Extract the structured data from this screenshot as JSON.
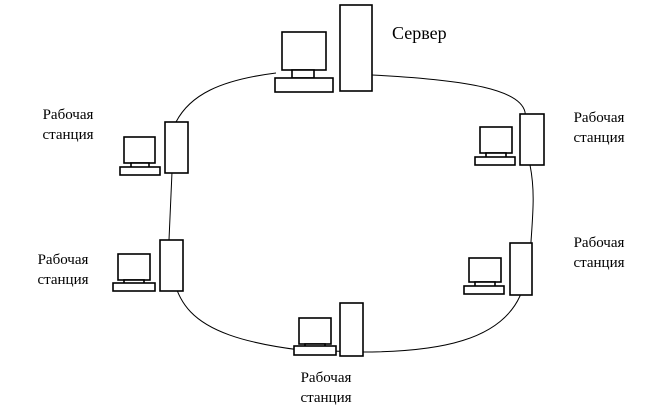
{
  "diagram": {
    "server": {
      "label": "Сервер"
    },
    "workstations": [
      {
        "line1": "Рабочая",
        "line2": "станция"
      },
      {
        "line1": "Рабочая",
        "line2": "станция"
      },
      {
        "line1": "Рабочая",
        "line2": "станция"
      },
      {
        "line1": "Рабочая",
        "line2": "станция"
      },
      {
        "line1": "Рабочая",
        "line2": "станция"
      }
    ]
  }
}
